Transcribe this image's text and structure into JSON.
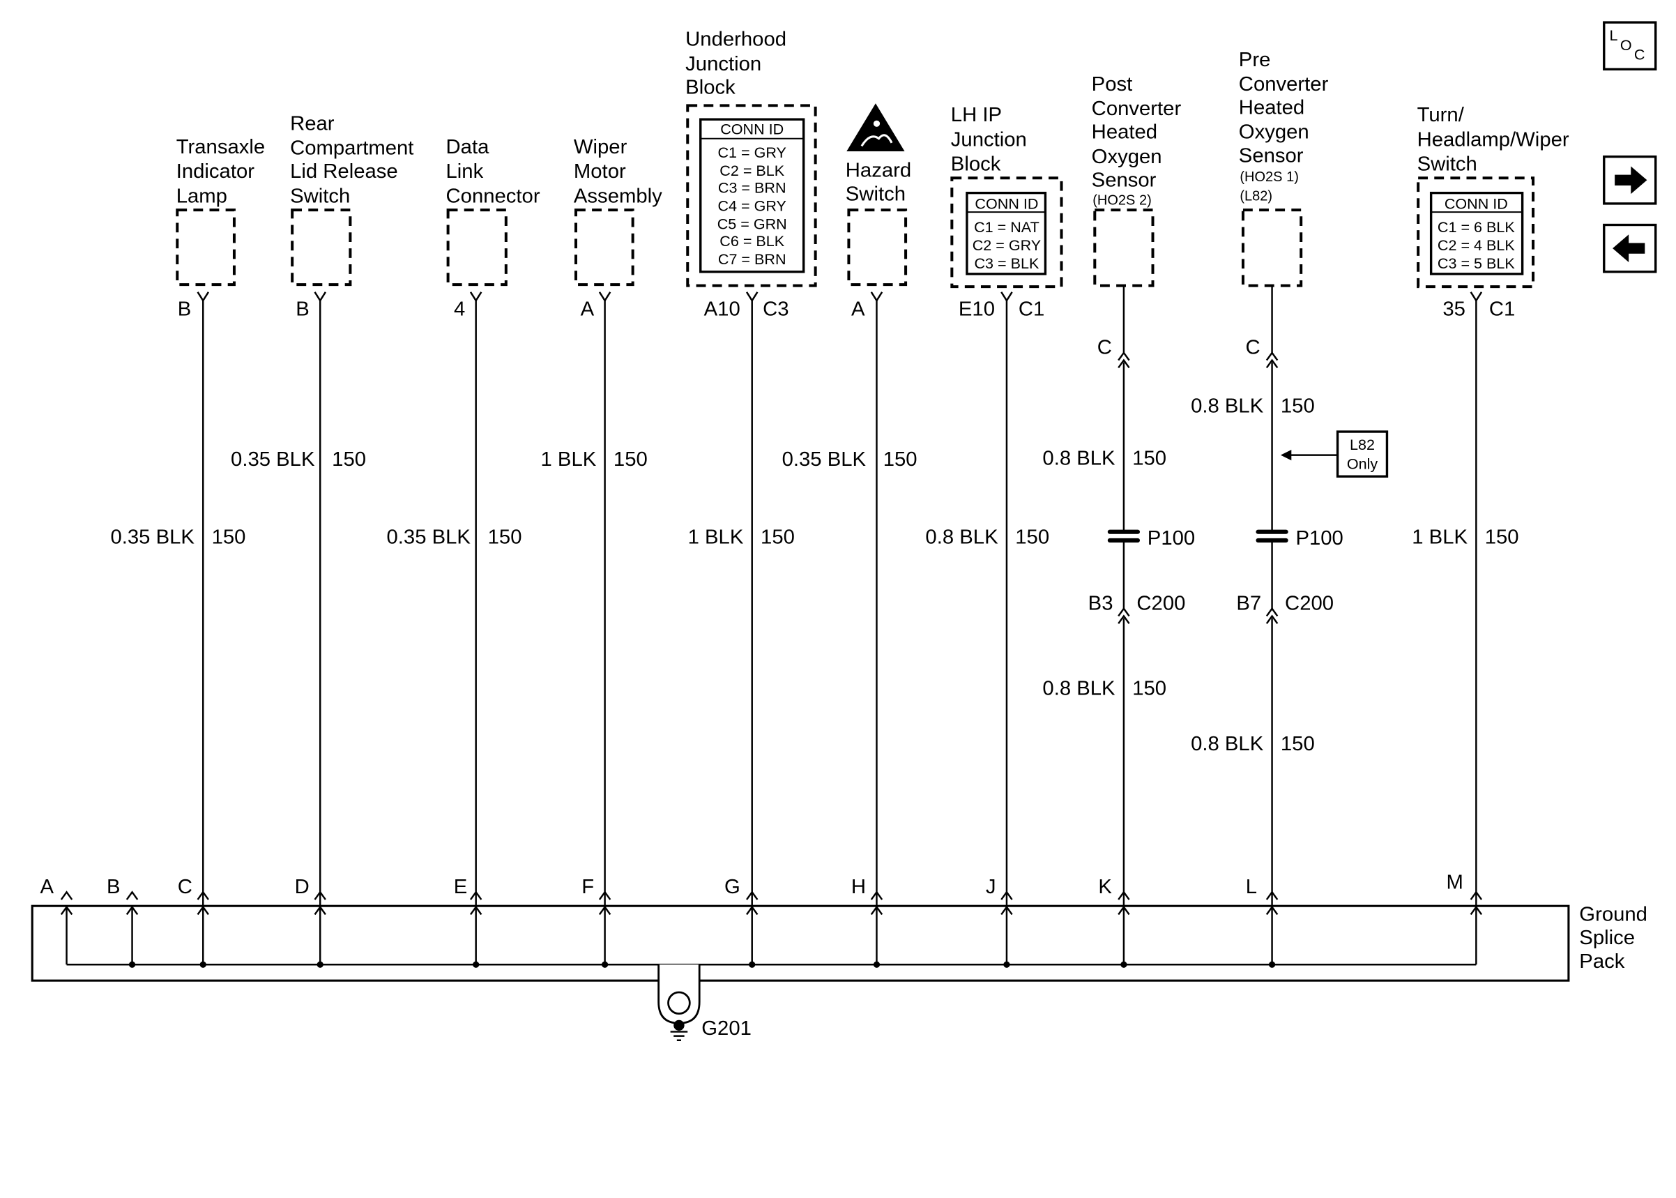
{
  "components": [
    {
      "id": "transaxle",
      "lines": [
        "Transaxle",
        "Indicator",
        "Lamp"
      ],
      "pin": "B",
      "wire": "0.35 BLK",
      "circuit": "150",
      "splice_pin": "C"
    },
    {
      "id": "rear-lid",
      "lines": [
        "Rear",
        "Compartment",
        "Lid Release",
        "Switch"
      ],
      "pin": "B",
      "wire": "0.35 BLK",
      "circuit": "150",
      "splice_pin": "D"
    },
    {
      "id": "dlc",
      "lines": [
        "Data",
        "Link",
        "Connector"
      ],
      "pin": "4",
      "wire": "0.35 BLK",
      "circuit": "150",
      "splice_pin": "E"
    },
    {
      "id": "wiper",
      "lines": [
        "Wiper",
        "Motor",
        "Assembly"
      ],
      "pin": "A",
      "wire": "1 BLK",
      "circuit": "150",
      "splice_pin": "F"
    },
    {
      "id": "uhjb",
      "lines": [
        "Underhood",
        "Junction",
        "Block"
      ],
      "pin": "A10",
      "conn": "C3",
      "wire": "1 BLK",
      "circuit": "150",
      "splice_pin": "G",
      "conn_id": {
        "title": "CONN ID",
        "rows": [
          "C1 = GRY",
          "C2 = BLK",
          "C3 = BRN",
          "C4 = GRY",
          "C5 = GRN",
          "C6 = BLK",
          "C7 = BRN"
        ]
      }
    },
    {
      "id": "hazard",
      "lines": [
        "Hazard",
        "Switch"
      ],
      "pin": "A",
      "wire": "0.35 BLK",
      "circuit": "150",
      "splice_pin": "H"
    },
    {
      "id": "lhip",
      "lines": [
        "LH IP",
        "Junction",
        "Block"
      ],
      "pin": "E10",
      "conn": "C1",
      "wire": "0.8 BLK",
      "circuit": "150",
      "splice_pin": "J",
      "conn_id": {
        "title": "CONN ID",
        "rows": [
          "C1 = NAT",
          "C2 = GRY",
          "C3 = BLK"
        ]
      }
    },
    {
      "id": "ho2s2",
      "lines": [
        "Post",
        "Converter",
        "Heated",
        "Oxygen",
        "Sensor"
      ],
      "sub": [
        "(HO2S 2)"
      ],
      "pin": "C",
      "wire_upper": "0.8 BLK",
      "circuit_upper": "150",
      "splice_conn": "P100",
      "inline_pin": "B3",
      "inline_conn": "C200",
      "wire": "0.8 BLK",
      "circuit": "150",
      "splice_pin": "K"
    },
    {
      "id": "ho2s1",
      "lines": [
        "Pre",
        "Converter",
        "Heated",
        "Oxygen",
        "Sensor"
      ],
      "sub": [
        "(HO2S 1)",
        "(L82)"
      ],
      "pin": "C",
      "wire_top": "0.8 BLK",
      "circuit_top": "150",
      "option": [
        "L82",
        "Only"
      ],
      "splice_conn": "P100",
      "inline_pin": "B7",
      "inline_conn": "C200",
      "wire": "0.8 BLK",
      "circuit": "150",
      "splice_pin": "L"
    },
    {
      "id": "turn",
      "lines": [
        "Turn/",
        "Headlamp/Wiper",
        "Switch"
      ],
      "pin": "35",
      "conn": "C1",
      "wire": "1 BLK",
      "circuit": "150",
      "splice_pin": "M",
      "conn_id": {
        "title": "CONN ID",
        "rows": [
          "C1 = 6 BLK",
          "C2 = 4 BLK",
          "C3 = 5 BLK"
        ]
      }
    }
  ],
  "splice_extra_pins": [
    "A",
    "B"
  ],
  "splice_pack": {
    "lines": [
      "Ground",
      "Splice",
      "Pack"
    ]
  },
  "ground": {
    "label": "G201"
  },
  "nav": {
    "loc_top": "L",
    "loc_o": "O",
    "loc_c": "C",
    "forward_icon": "right-arrow",
    "back_icon": "left-arrow"
  }
}
